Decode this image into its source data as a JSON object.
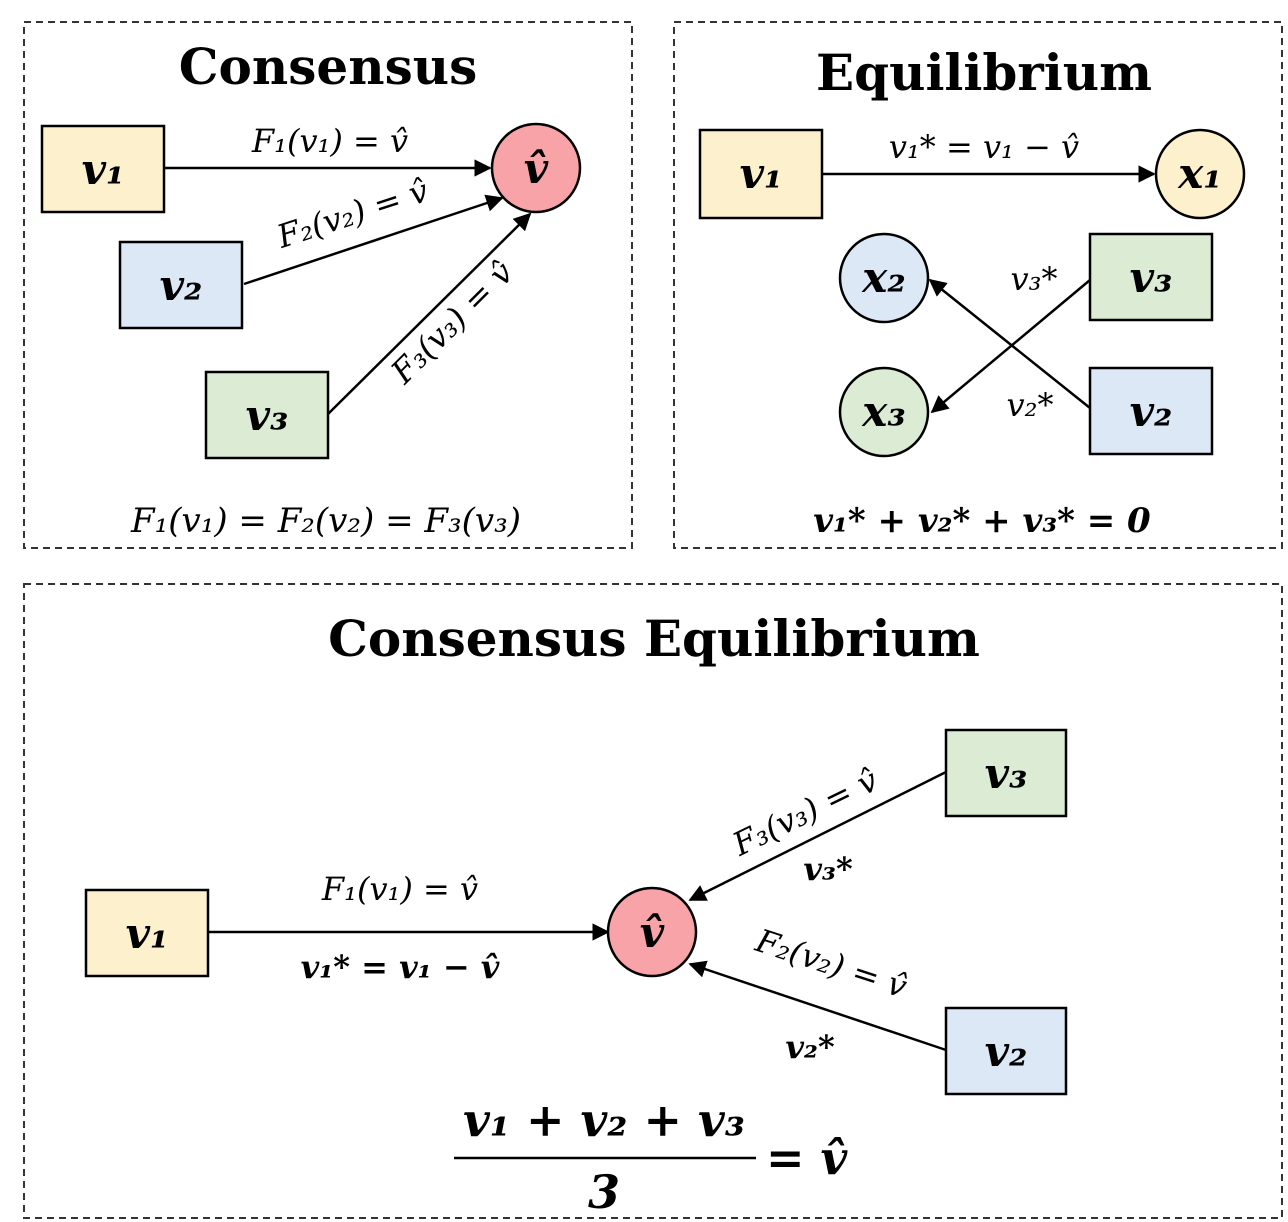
{
  "colors": {
    "yellow": "#fdf0cc",
    "blue": "#dce8f6",
    "green": "#dcebd4",
    "pink": "#f7a3a8"
  },
  "consensus": {
    "title": "Consensus",
    "nodes": {
      "v1": "v₁",
      "v2": "v₂",
      "v3": "v₃",
      "vhat": "v̂"
    },
    "edges": {
      "f1": "F₁(v₁) = v̂",
      "f2": "F₂(v₂) = v̂",
      "f3": "F₃(v₃) = v̂"
    },
    "formula": "F₁(v₁) = F₂(v₂) = F₃(v₃)"
  },
  "equilibrium": {
    "title": "Equilibrium",
    "nodes": {
      "v1": "v₁",
      "v3": "v₃",
      "v2": "v₂",
      "x1": "x₁",
      "x2": "x₂",
      "x3": "x₃"
    },
    "edges": {
      "e1": "v₁* = v₁ − v̂",
      "e3": "v₃*",
      "e2": "v₂*"
    },
    "formula": "v₁* + v₂* + v₃* = 0"
  },
  "consensus_equilibrium": {
    "title": "Consensus Equilibrium",
    "nodes": {
      "v1": "v₁",
      "v3": "v₃",
      "v2": "v₂",
      "vhat": "v̂"
    },
    "edges": {
      "f1": "F₁(v₁) = v̂",
      "s1": "v₁* = v₁ − v̂",
      "f3": "F₃(v₃) = v̂",
      "s3": "v₃*",
      "f2": "F₂(v₂) = v̂",
      "s2": "v₂*"
    },
    "formula": {
      "numerator": "v₁ + v₂ + v₃",
      "denominator": "3",
      "rhs": "= v̂"
    }
  }
}
